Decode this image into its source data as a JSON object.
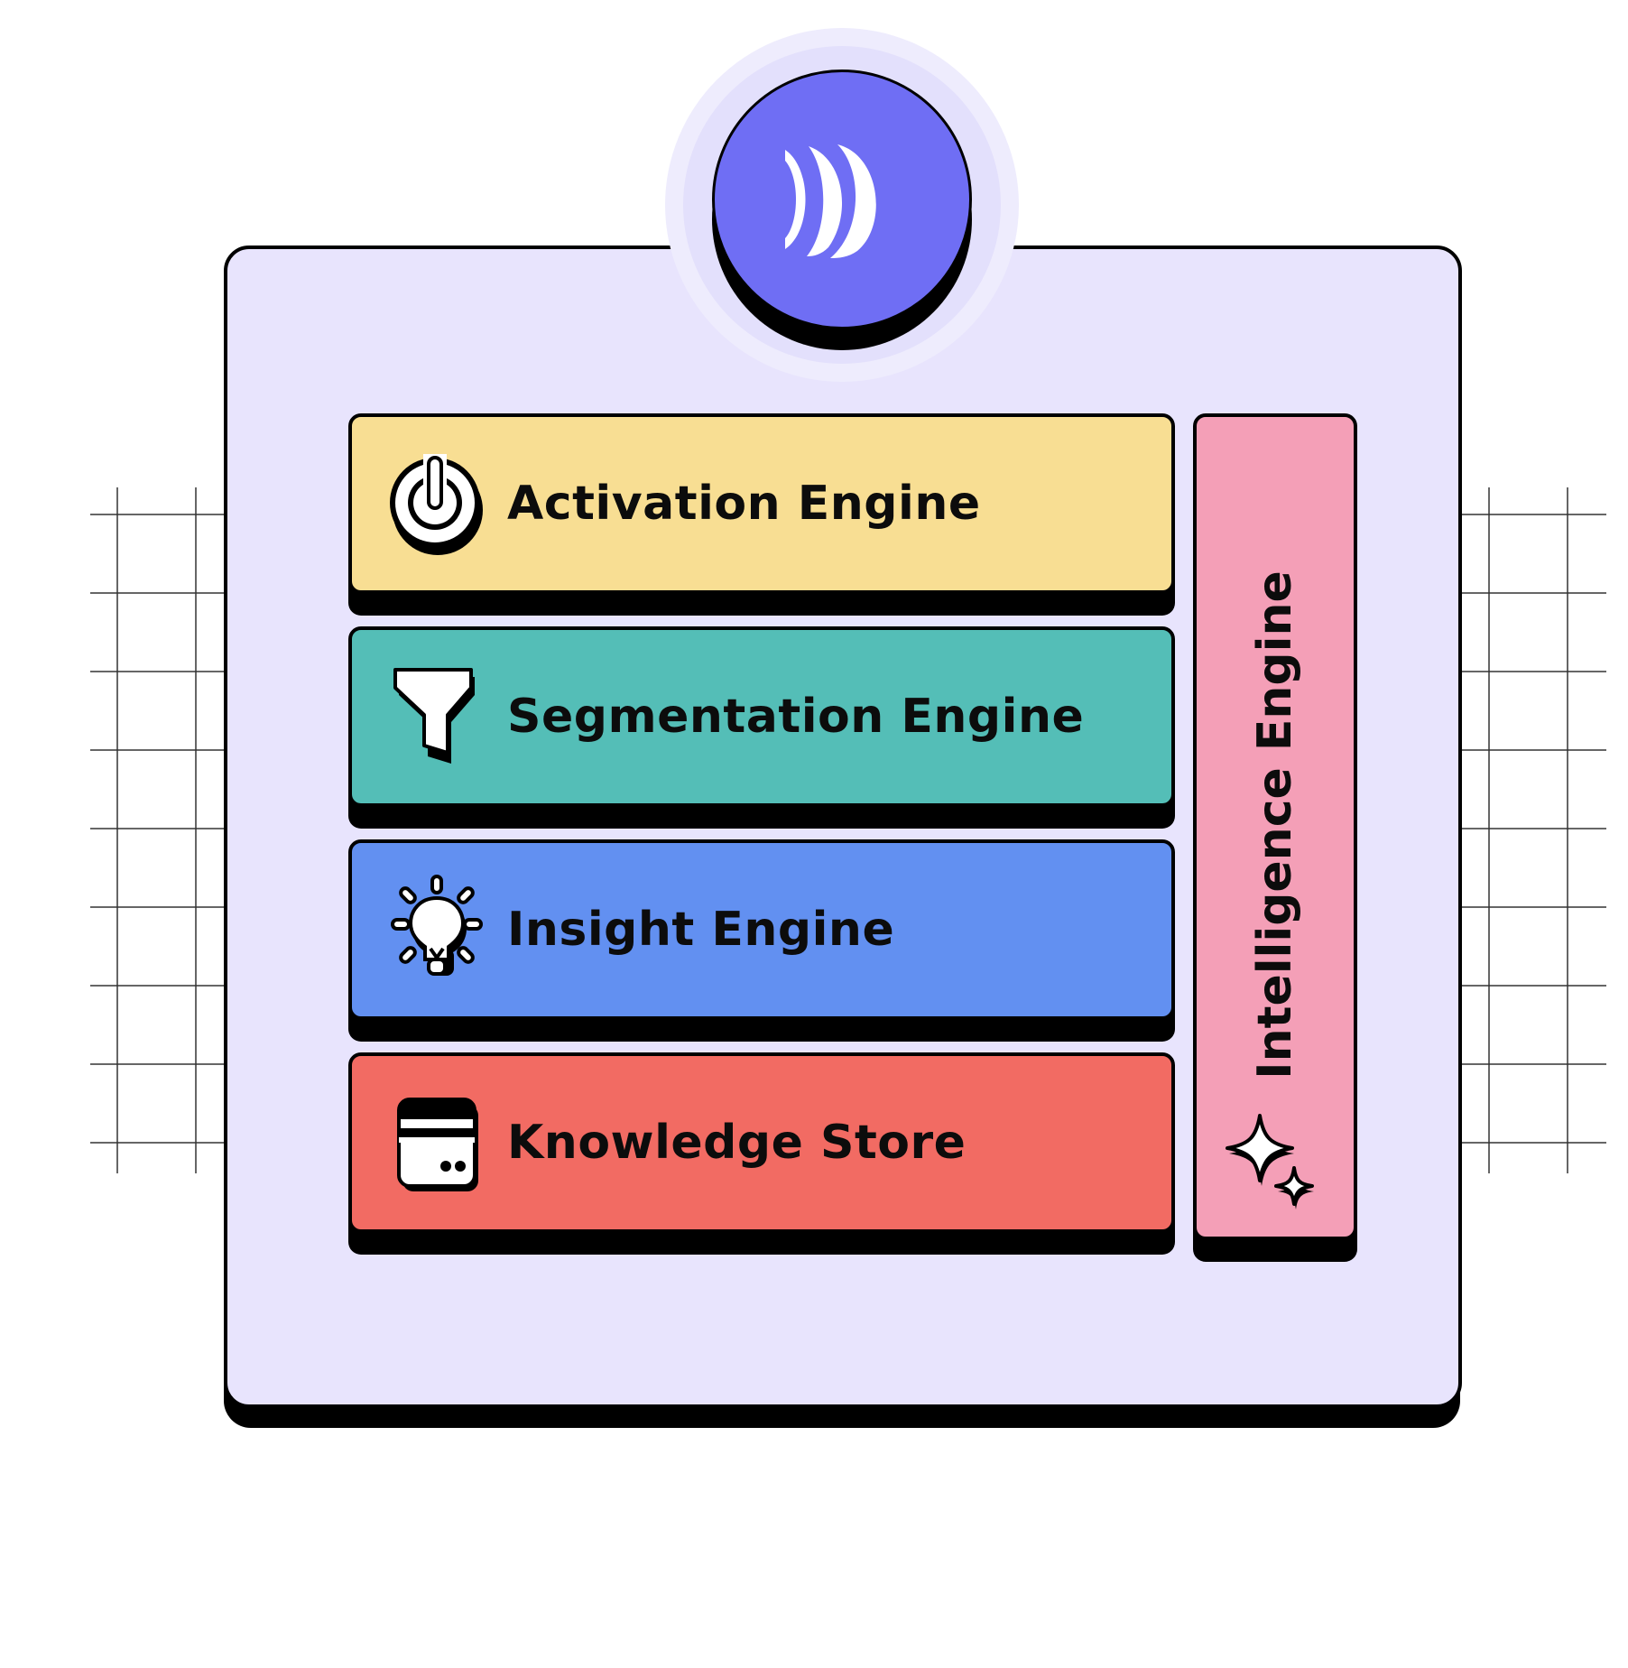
{
  "diagram": {
    "logo": {
      "icon": "crescent-waves-logo-icon",
      "color": "#6f6ef4"
    },
    "panel": {
      "background": "#e8e4fd"
    },
    "layers": [
      {
        "id": "activation",
        "label": "Activation Engine",
        "icon": "power-icon",
        "color": "#f8de93"
      },
      {
        "id": "segmentation",
        "label": "Segmentation Engine",
        "icon": "funnel-filter-icon",
        "color": "#54beb7"
      },
      {
        "id": "insight",
        "label": "Insight Engine",
        "icon": "lightbulb-icon",
        "color": "#6290f1"
      },
      {
        "id": "knowledge",
        "label": "Knowledge Store",
        "icon": "database-server-icon",
        "color": "#f26b63"
      }
    ],
    "side_layer": {
      "label": "Intelligence Engine",
      "icon": "sparkles-icon",
      "color": "#f49fb7"
    }
  }
}
